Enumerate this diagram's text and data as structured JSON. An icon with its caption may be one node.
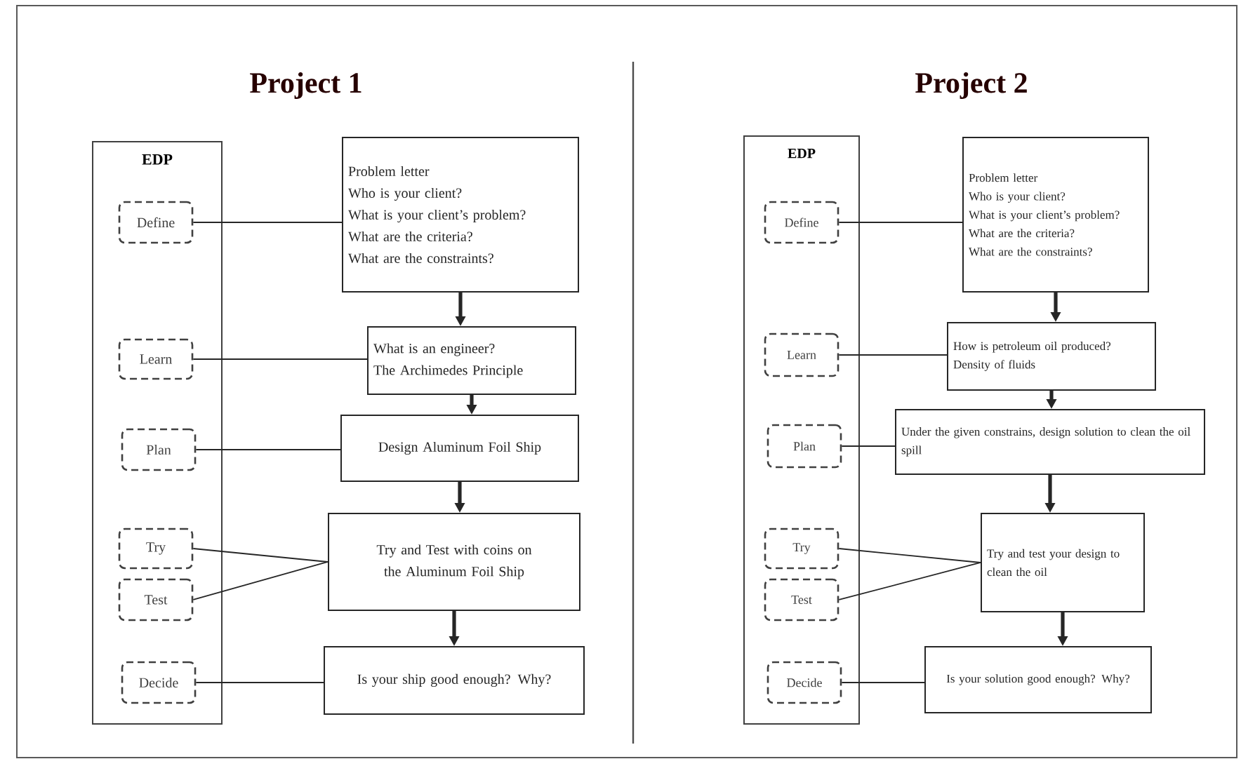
{
  "diagram": {
    "nodes": [
      {
        "text": [
          "EDP"
        ]
      },
      {
        "text": [
          "Define"
        ],
        "in": 0
      },
      {
        "text": [
          "Learn"
        ],
        "in": 0
      },
      {
        "text": [
          "Plan"
        ],
        "in": 0
      },
      {
        "text": [
          "Try"
        ],
        "in": 0
      },
      {
        "text": [
          "Test"
        ],
        "in": 0
      },
      {
        "text": [
          "Decide"
        ],
        "in": 0
      },
      {
        "text": [
          "Problem letter",
          "Who is your client?",
          "What is your client’s problem?",
          "What are the criteria?",
          "What are the constraints?"
        ]
      },
      {
        "text": [
          "What is an engineer?",
          "The Archimedes Principle"
        ]
      },
      {
        "text": [
          "Design Aluminum Foil Ship"
        ]
      },
      {
        "text": [
          "Try and Test with coins on the Aluminum Foil Ship"
        ]
      },
      {
        "text": [
          "Is your ship good enough? Why?"
        ]
      },
      {
        "text": [
          "EDP"
        ]
      },
      {
        "text": [
          "Define"
        ],
        "in": 12
      },
      {
        "text": [
          "Learn"
        ],
        "in": 12
      },
      {
        "text": [
          "Plan"
        ],
        "in": 12
      },
      {
        "text": [
          "Try"
        ],
        "in": 12
      },
      {
        "text": [
          "Test"
        ],
        "in": 12
      },
      {
        "text": [
          "Decide"
        ],
        "in": 12
      },
      {
        "text": [
          "Problem letter",
          "Who is your client?",
          "What is your client’s problem?",
          "What are the criteria?",
          "What are the constraints?"
        ]
      },
      {
        "text": [
          "How is petroleum oil produced?",
          "Density of fluids"
        ]
      },
      {
        "text": [
          "Under the given constrains, design solution to clean the oil spill"
        ]
      },
      {
        "text": [
          "Try and test your design to clean the oil"
        ]
      },
      {
        "text": [
          "Is your solution good enough? Why?"
        ]
      }
    ],
    "edges": [
      {
        "from": 1,
        "to": 7,
        "arrow": "none"
      },
      {
        "from": 2,
        "to": 8,
        "arrow": "none"
      },
      {
        "from": 3,
        "to": 9,
        "arrow": "none"
      },
      {
        "from": 4,
        "to": 10,
        "arrow": "none"
      },
      {
        "from": 5,
        "to": 10,
        "arrow": "none"
      },
      {
        "from": 6,
        "to": 11,
        "arrow": "none"
      },
      {
        "from": 7,
        "to": 8,
        "arrow": "to",
        "style": "thick"
      },
      {
        "from": 8,
        "to": 9,
        "arrow": "to",
        "style": "thick"
      },
      {
        "from": 9,
        "to": 10,
        "arrow": "to",
        "style": "thick"
      },
      {
        "from": 10,
        "to": 11,
        "arrow": "to",
        "style": "thick"
      },
      {
        "from": 13,
        "to": 19,
        "arrow": "none"
      },
      {
        "from": 14,
        "to": 20,
        "arrow": "none"
      },
      {
        "from": 15,
        "to": 21,
        "arrow": "none"
      },
      {
        "from": 16,
        "to": 22,
        "arrow": "none"
      },
      {
        "from": 17,
        "to": 22,
        "arrow": "none"
      },
      {
        "from": 18,
        "to": 23,
        "arrow": "none"
      },
      {
        "from": 19,
        "to": 20,
        "arrow": "to",
        "style": "thick"
      },
      {
        "from": 20,
        "to": 21,
        "arrow": "to",
        "style": "thick"
      },
      {
        "from": 21,
        "to": 22,
        "arrow": "to",
        "style": "thick"
      },
      {
        "from": 22,
        "to": 23,
        "arrow": "to",
        "style": "thick"
      }
    ],
    "labels": [
      "Project 1",
      "Project 2"
    ]
  }
}
